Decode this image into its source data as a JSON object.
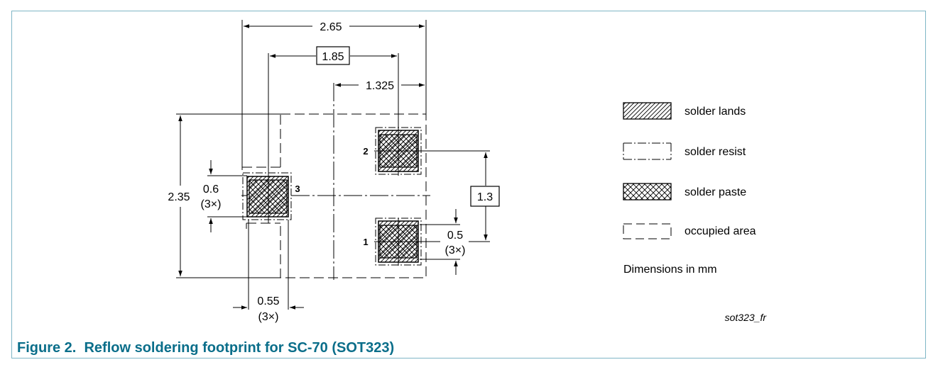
{
  "figure": {
    "caption": "Figure 2.  Reflow soldering footprint for SC-70 (SOT323)",
    "code": "sot323_fr",
    "caption_color": "#0a6e8a",
    "border_color": "#7fb6c6"
  },
  "dimensions": {
    "overall_width": "2.65",
    "pad_pitch_outer": "1.85",
    "half_width": "1.325",
    "overall_height": "2.35",
    "pad_height": "0.6",
    "pad_height_count": "(3×)",
    "pad_width": "0.55",
    "pad_width_count": "(3×)",
    "pin_spacing": "1.3",
    "pin_pad_height": "0.5",
    "pin_pad_height_count": "(3×)"
  },
  "pins": {
    "p1": "1",
    "p2": "2",
    "p3": "3"
  },
  "legend": {
    "items": [
      {
        "label": "solder lands"
      },
      {
        "label": "solder resist"
      },
      {
        "label": "solder paste"
      },
      {
        "label": "occupied area"
      }
    ],
    "units": "Dimensions in mm"
  }
}
